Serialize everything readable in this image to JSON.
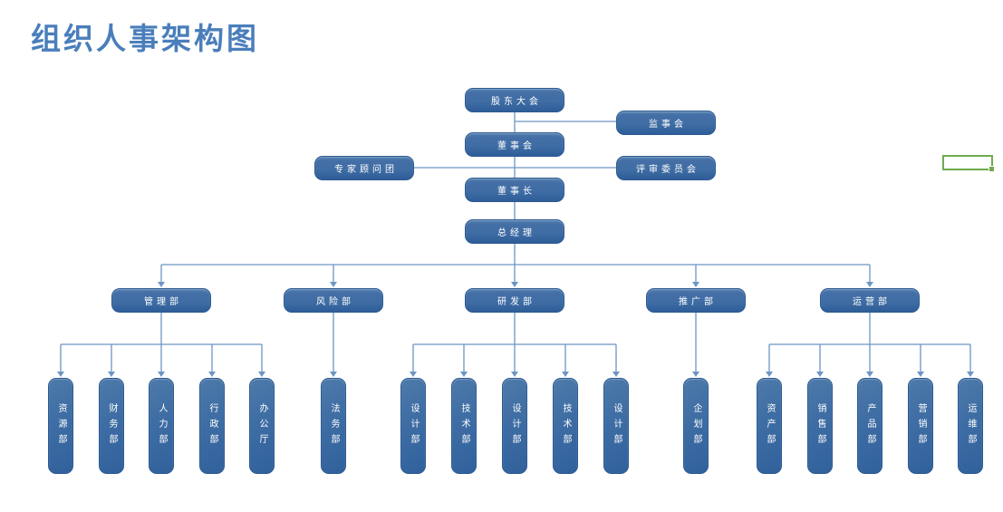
{
  "title": "组织人事架构图",
  "org": {
    "shareholders": "股东大会",
    "supervisory": "监事会",
    "board": "董事会",
    "advisors": "专家顾问团",
    "review": "评审委员会",
    "chairman": "董事长",
    "gm": "总经理",
    "departments": [
      {
        "label": "管理部",
        "children": [
          "资源部",
          "财务部",
          "人力部",
          "行政部",
          "办公厅"
        ]
      },
      {
        "label": "风险部",
        "children": [
          "法务部"
        ]
      },
      {
        "label": "研发部",
        "children": [
          "设计部",
          "技术部",
          "设计部",
          "技术部",
          "设计部"
        ]
      },
      {
        "label": "推广部",
        "children": [
          "企划部"
        ]
      },
      {
        "label": "运营部",
        "children": [
          "资产部",
          "销售部",
          "产品部",
          "营销部",
          "运维部"
        ]
      }
    ]
  },
  "colors": {
    "title_text": "#4a7ebb",
    "box_fill_top": "#527fb0",
    "box_fill_bottom": "#2f5d98",
    "box_border": "#2c5a92",
    "box_text": "#ffffff",
    "connector": "#6d95c4",
    "selection_green": "#6faa4f",
    "background": "#ffffff"
  }
}
